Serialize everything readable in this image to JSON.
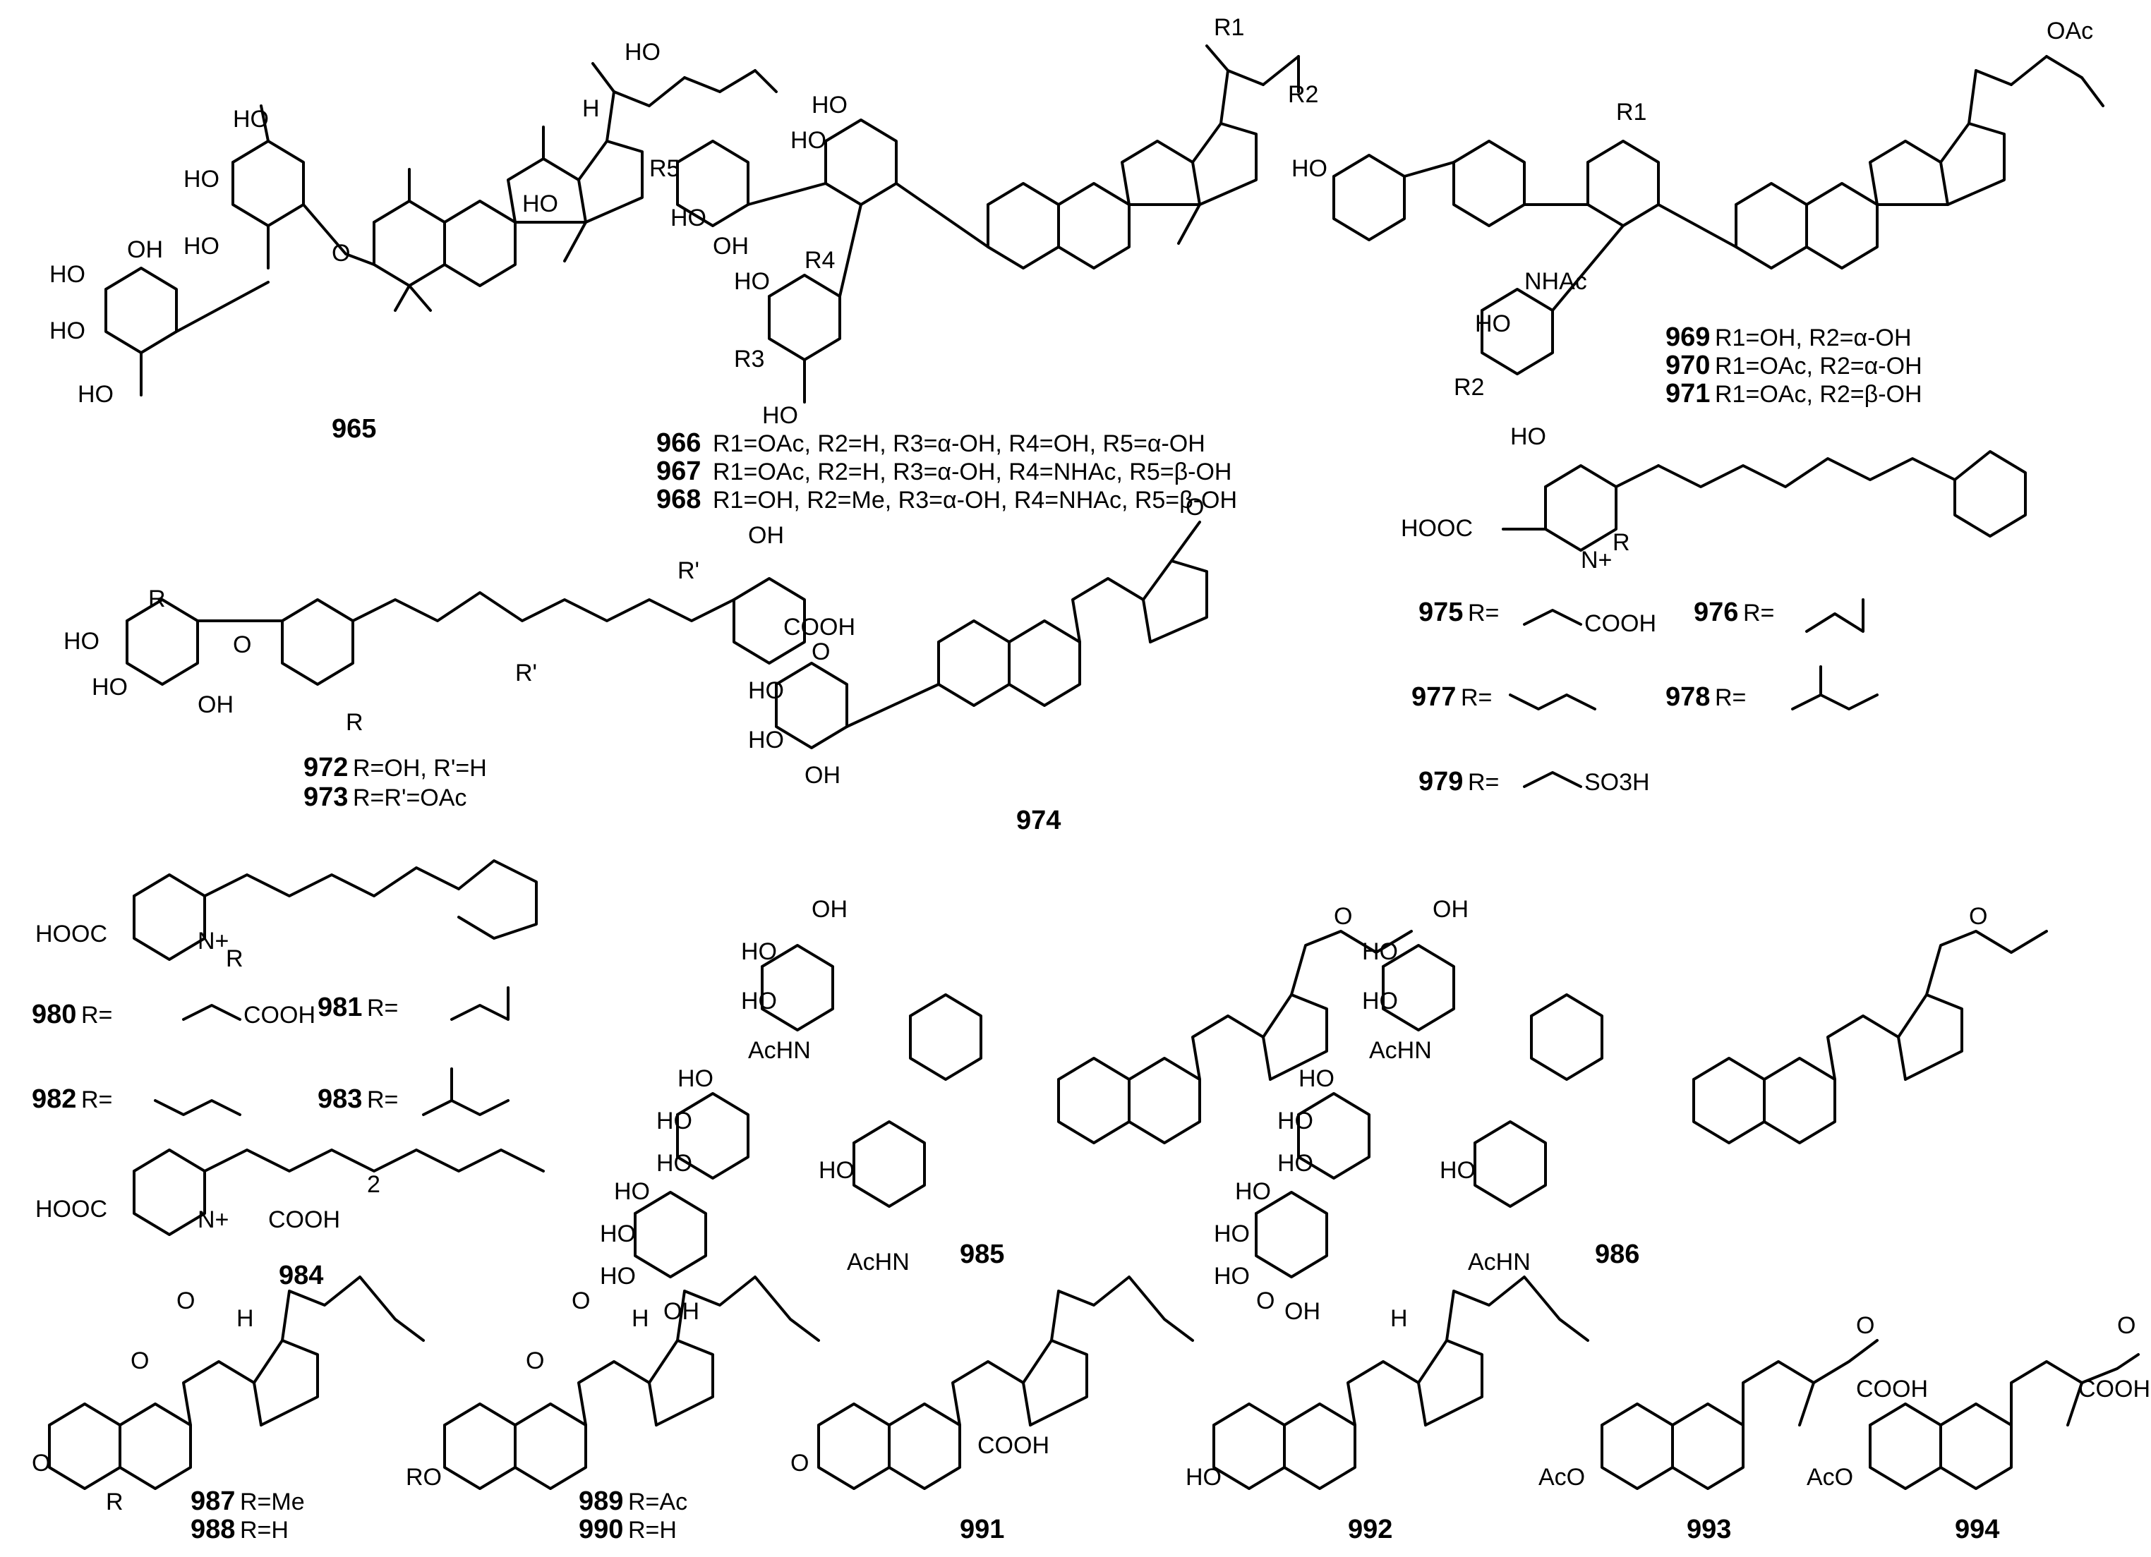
{
  "compounds": [
    {
      "id": "965",
      "lines": []
    },
    {
      "id": "966",
      "lines": [
        "R1=OAc, R2=H, R3=α-OH, R4=OH, R5=α-OH"
      ]
    },
    {
      "id": "967",
      "lines": [
        "R1=OAc, R2=H, R3=α-OH, R4=NHAc, R5=β-OH"
      ]
    },
    {
      "id": "968",
      "lines": [
        "R1=OH, R2=Me, R3=α-OH, R4=NHAc, R5=β-OH"
      ]
    },
    {
      "id": "969",
      "lines": [
        "R1=OH, R2=α-OH"
      ]
    },
    {
      "id": "970",
      "lines": [
        "R1=OAc, R2=α-OH"
      ]
    },
    {
      "id": "971",
      "lines": [
        "R1=OAc, R2=β-OH"
      ]
    },
    {
      "id": "972",
      "lines": [
        "R=OH, R'=H"
      ]
    },
    {
      "id": "973",
      "lines": [
        "R=R'=OAc"
      ]
    },
    {
      "id": "974",
      "lines": []
    },
    {
      "id": "975",
      "lines": [
        "R="
      ]
    },
    {
      "id": "976",
      "lines": [
        "R="
      ]
    },
    {
      "id": "977",
      "lines": [
        "R="
      ]
    },
    {
      "id": "978",
      "lines": [
        "R="
      ]
    },
    {
      "id": "979",
      "lines": [
        "R="
      ]
    },
    {
      "id": "980",
      "lines": [
        "R="
      ]
    },
    {
      "id": "981",
      "lines": [
        "R="
      ]
    },
    {
      "id": "982",
      "lines": [
        "R="
      ]
    },
    {
      "id": "983",
      "lines": [
        "R="
      ]
    },
    {
      "id": "984",
      "lines": []
    },
    {
      "id": "985",
      "lines": []
    },
    {
      "id": "986",
      "lines": []
    },
    {
      "id": "987",
      "lines": [
        "R=Me"
      ]
    },
    {
      "id": "988",
      "lines": [
        "R=H"
      ]
    },
    {
      "id": "989",
      "lines": [
        "R=Ac"
      ]
    },
    {
      "id": "990",
      "lines": [
        "R=H"
      ]
    },
    {
      "id": "991",
      "lines": []
    },
    {
      "id": "992",
      "lines": []
    },
    {
      "id": "993",
      "lines": []
    },
    {
      "id": "994",
      "lines": []
    }
  ],
  "atom_labels": {
    "ho": "HO",
    "oh": "OH",
    "o": "O",
    "h": "H",
    "cooh": "COOH",
    "hooc": "HOOC",
    "oac": "OAc",
    "aco": "AcO",
    "nhac": "NHAc",
    "achn": "AcHN",
    "nplus": "N+",
    "r": "R",
    "r1": "R1",
    "r2": "R2",
    "r3": "R3",
    "r4": "R4",
    "r5": "R5",
    "rprime": "R'",
    "ro": "RO",
    "so3h": "SO3H",
    "sub2": "2"
  },
  "colors": {
    "ink": "#000000",
    "background": "#ffffff"
  }
}
